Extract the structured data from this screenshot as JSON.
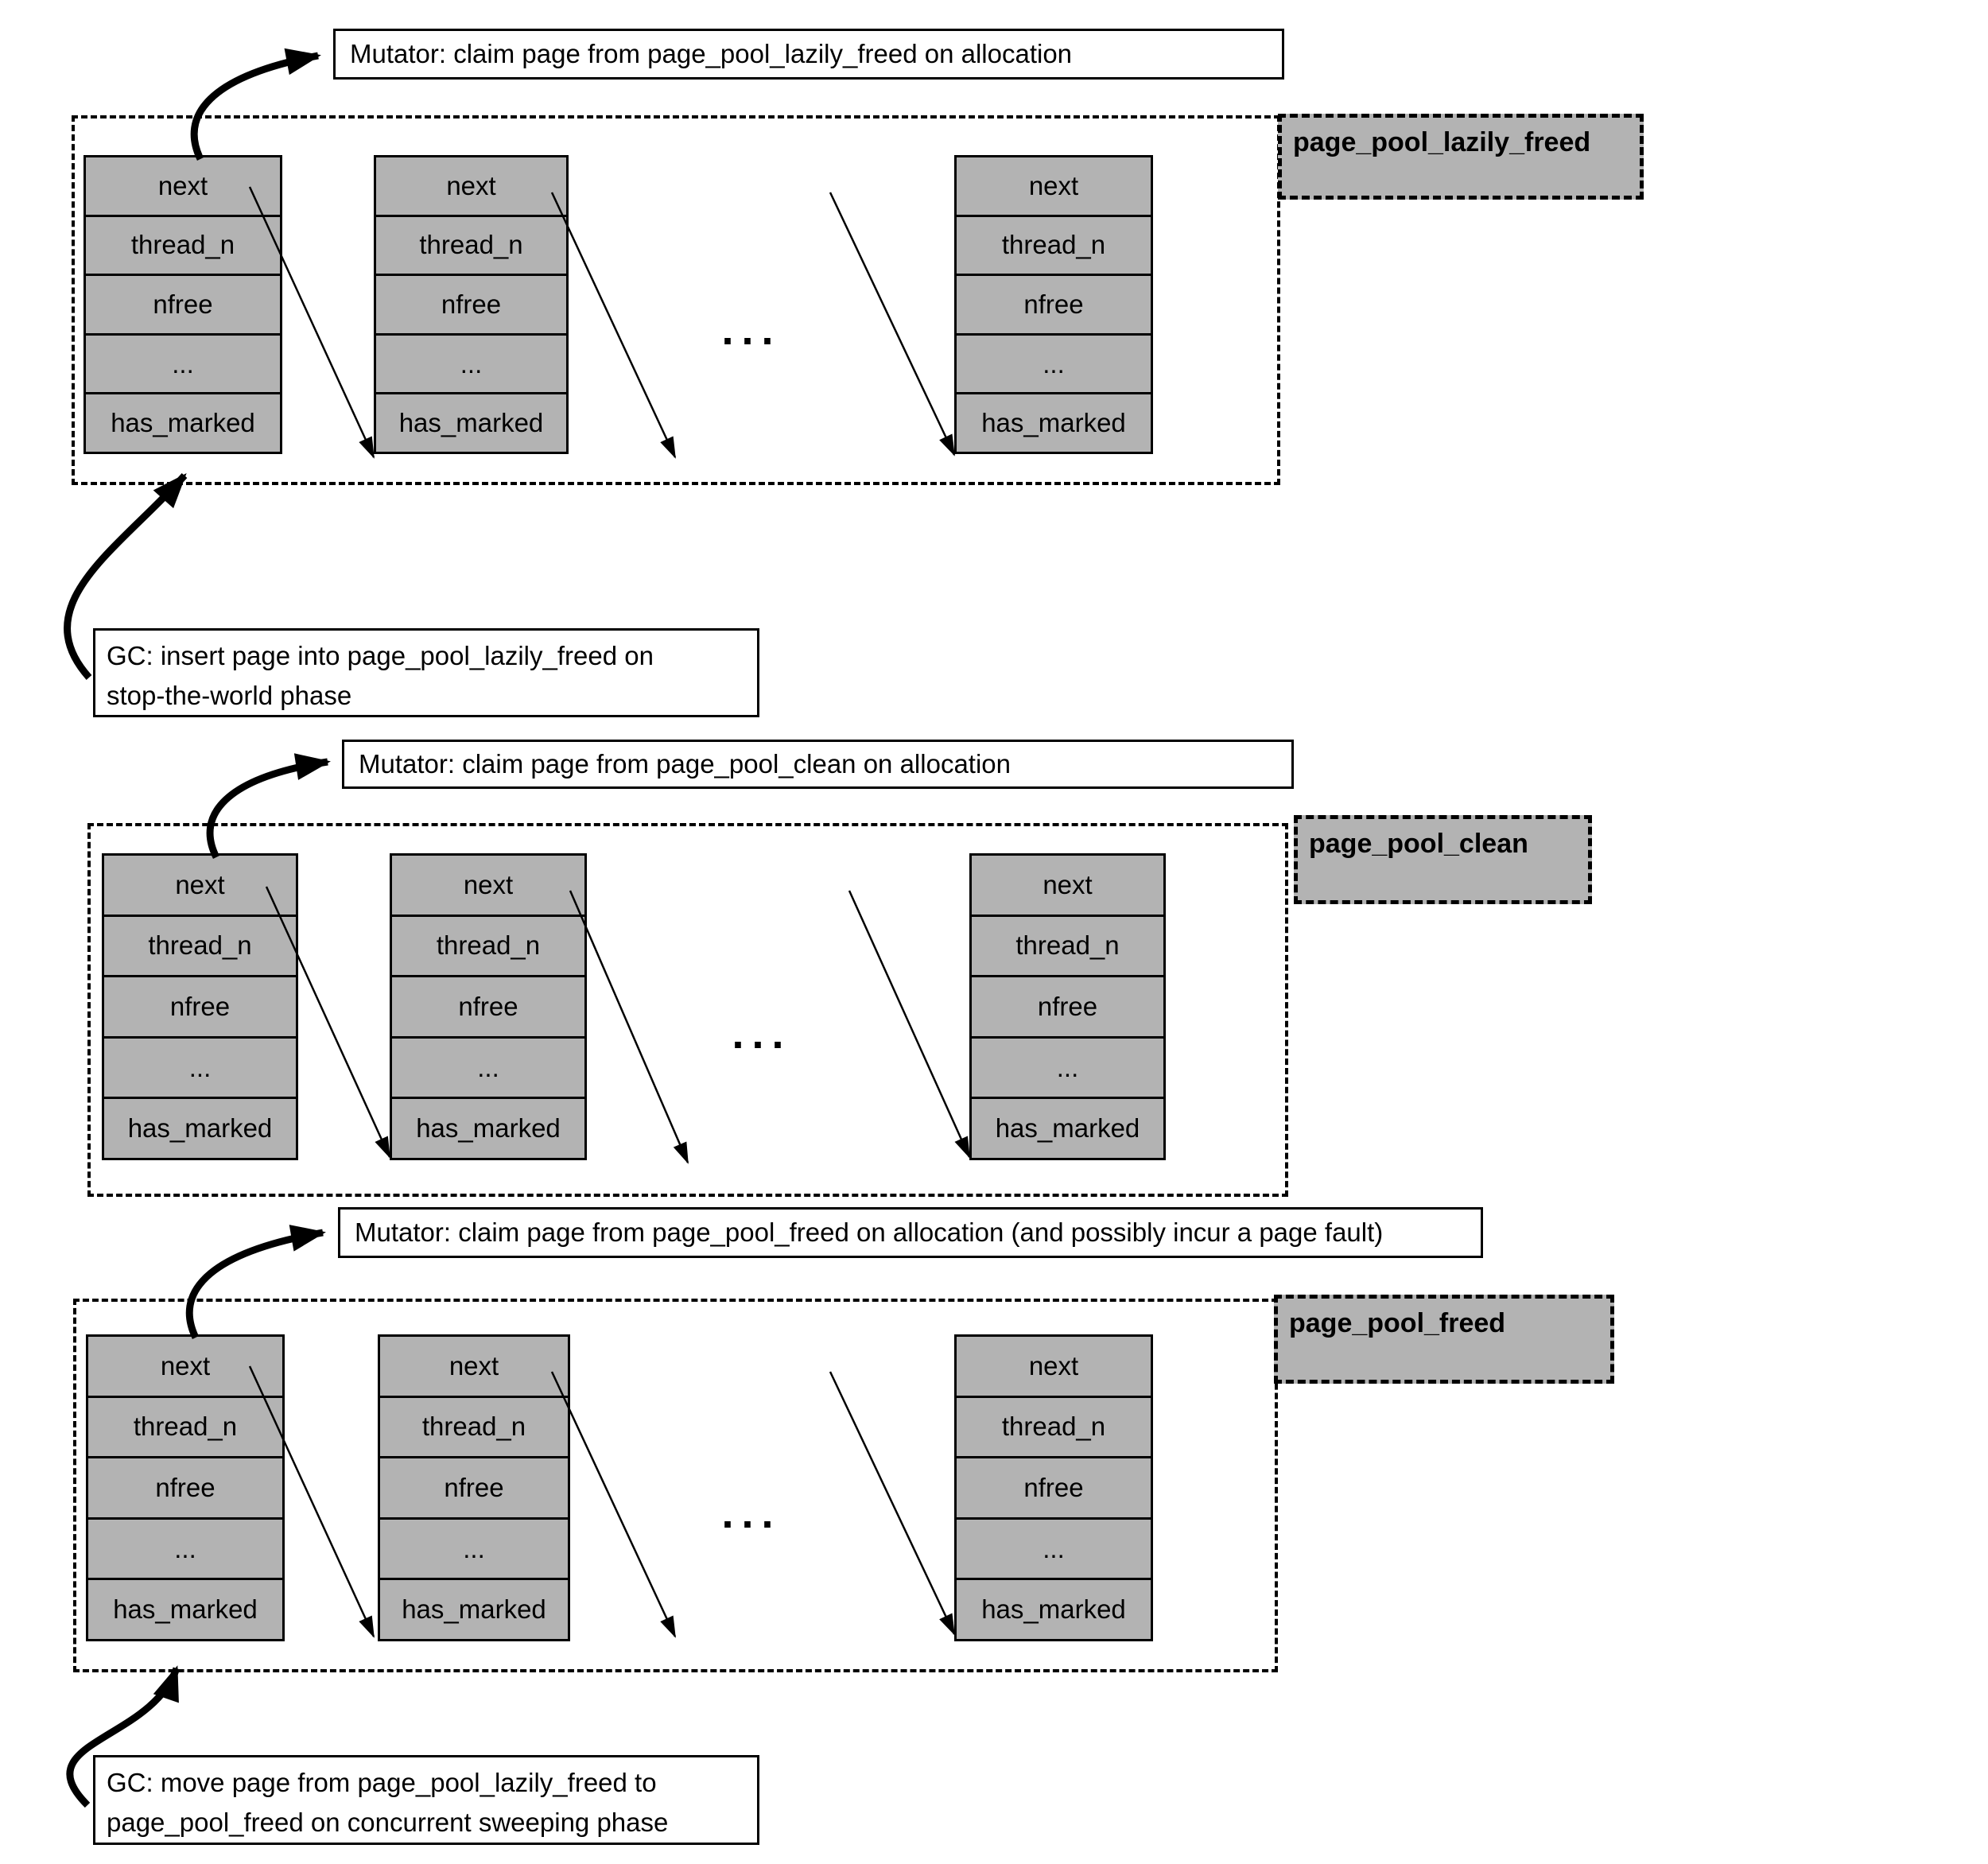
{
  "colors": {
    "node_fill": "#b3b3b3",
    "line": "#000000",
    "background": "#ffffff"
  },
  "node_fields": [
    "next",
    "thread_n",
    "nfree",
    "...",
    "has_marked"
  ],
  "ellipsis": "...",
  "pools": [
    {
      "label": "page_pool_lazily_freed",
      "mutator_note": "Mutator: claim page from page_pool_lazily_freed on allocation",
      "gc_note_lines": [
        "GC: insert page into page_pool_lazily_freed on",
        "stop-the-world phase"
      ]
    },
    {
      "label": "page_pool_clean",
      "mutator_note": "Mutator: claim page from page_pool_clean on allocation"
    },
    {
      "label": "page_pool_freed",
      "mutator_note": "Mutator: claim page from page_pool_freed on allocation (and possibly incur a page fault)",
      "gc_note_lines": [
        "GC: move page from page_pool_lazily_freed to",
        "page_pool_freed on concurrent sweeping phase"
      ]
    }
  ]
}
